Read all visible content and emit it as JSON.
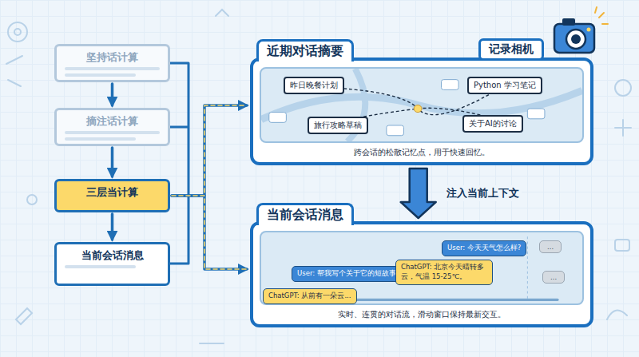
{
  "diagram": {
    "nodes": [
      {
        "text": [
          "坚持话计算"
        ]
      },
      {
        "text": [
          "摘注话计算"
        ]
      },
      {
        "text": [
          "三层当计算"
        ]
      },
      {
        "text": [
          "当前会话消息"
        ]
      },
      {
        "text": [
          "近期对话摘要",
          "跨会话的松散记忆点，用于快速回忆。"
        ]
      },
      {
        "text": [
          "记录相机"
        ],
        "in": 4
      },
      {
        "text": [
          "昨日晚餐计划"
        ],
        "in": 4
      },
      {
        "text": [
          "Python 学习笔记"
        ],
        "in": 4
      },
      {
        "text": [
          "旅行攻略草稿"
        ],
        "in": 4
      },
      {
        "text": [
          "关于AI的讨论"
        ],
        "in": 4
      },
      {
        "text": [
          "当前会话消息",
          "实时、连贯的对话流，滑动窗口保持最新交互。"
        ]
      },
      {
        "text": [
          "User: 今天天气怎么样?"
        ],
        "in": 10
      },
      {
        "text": [
          "..."
        ],
        "in": 10
      },
      {
        "text": [
          "User: 帮我写个关于它的短故事。"
        ],
        "in": 10
      },
      {
        "text": [
          "ChatGPT: 北京今天晴转多云，气温 15-25℃。"
        ],
        "in": 10
      },
      {
        "text": [
          "ChatGPT: 从前有一朵云..."
        ],
        "in": 10
      },
      {
        "text": [
          "..."
        ],
        "in": 10
      }
    ],
    "edges": [
      {
        "from": 0,
        "to": 1,
        "arrow": "to"
      },
      {
        "from": 1,
        "to": 2,
        "arrow": "to"
      },
      {
        "from": 2,
        "to": 3,
        "arrow": "to"
      },
      {
        "from": 2,
        "to": 4,
        "arrow": "to"
      },
      {
        "from": 2,
        "to": 10,
        "arrow": "to"
      },
      {
        "from": 4,
        "to": 10,
        "label": "注入当前上下文",
        "arrow": "to"
      }
    ]
  }
}
